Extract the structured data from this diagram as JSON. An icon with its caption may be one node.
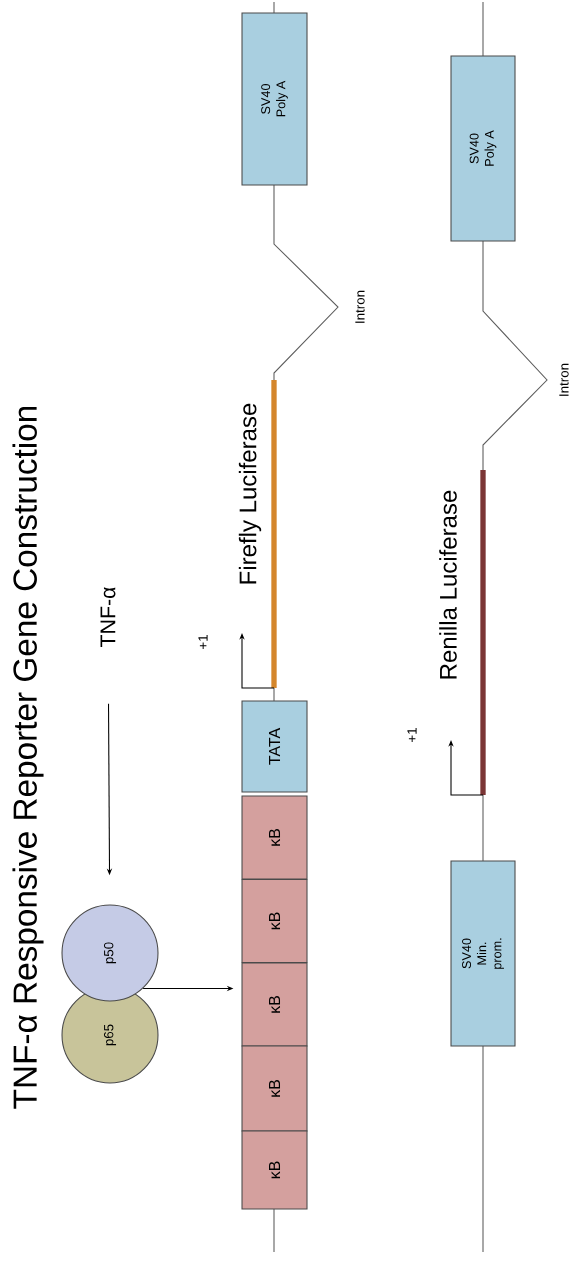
{
  "diagram": {
    "title": "TNF-α Responsive Reporter Gene Construction",
    "nodes": [
      {
        "text": [
          "TNF-α"
        ]
      },
      {
        "text": [
          "p50"
        ]
      },
      {
        "text": [
          "p65"
        ]
      },
      {
        "text": [
          "κB"
        ]
      },
      {
        "text": [
          "κB"
        ]
      },
      {
        "text": [
          "κB"
        ]
      },
      {
        "text": [
          "κB"
        ]
      },
      {
        "text": [
          "κB"
        ]
      },
      {
        "text": [
          "TATA"
        ]
      },
      {
        "text": [
          "SV40 Poly A"
        ]
      },
      {
        "text": [
          "SV40 Min. prom."
        ]
      },
      {
        "text": [
          "SV40 Poly A"
        ]
      }
    ],
    "edges": [
      {
        "from": 0,
        "to": 1,
        "arrow": "to"
      },
      {
        "from": 1,
        "to": 5,
        "arrow": "to"
      }
    ],
    "labels": [
      "+1",
      "Firefly Luciferase",
      "Intron",
      "+1",
      "Renilla Luciferase",
      "Intron"
    ]
  }
}
